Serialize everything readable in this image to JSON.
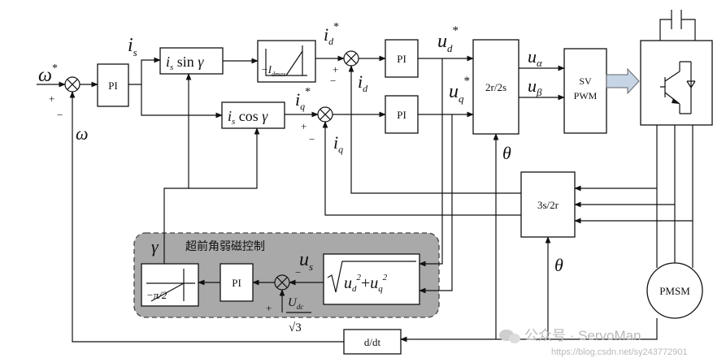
{
  "blocks": {
    "pi": "PI",
    "is_sin_a": "i",
    "is_sin_b": "s",
    "is_sin_c": " sin ",
    "is_sin_d": "γ",
    "is_cos_a": "i",
    "is_cos_b": "s",
    "is_cos_c": " cos ",
    "is_cos_d": "γ",
    "id_limit": "−I",
    "id_limit_sub": "dmax",
    "transform_2r2s": "2r/2s",
    "svpwm_1": "SV",
    "svpwm_2": "PWM",
    "transform_3s2r": "3s/2r",
    "motor": "PMSM",
    "derivative": "d/dt",
    "angle_limit": "−π/2",
    "us_calc_sqrt": "√",
    "us_calc_ud": "u",
    "us_calc_ud_sub": "d",
    "us_calc_sq1": "2",
    "us_calc_plus": "+",
    "us_calc_uq": "u",
    "us_calc_uq_sub": "q",
    "us_calc_sq2": "2"
  },
  "panel": {
    "title": "超前角弱磁控制"
  },
  "signals": {
    "omega_ref": "ω",
    "omega_ref_star": "*",
    "omega": "ω",
    "is": "i",
    "is_sub": "s",
    "id_ref": "i",
    "id_ref_sub": "d",
    "id_ref_star": "*",
    "iq_ref": "i",
    "iq_ref_sub": "q",
    "iq_ref_star": "*",
    "id": "i",
    "id_sub": "d",
    "iq": "i",
    "iq_sub": "q",
    "ud_ref": "u",
    "ud_ref_sub": "d",
    "ud_ref_star": "*",
    "uq_ref": "u",
    "uq_ref_sub": "q",
    "uq_ref_star": "*",
    "u_alpha": "u",
    "u_alpha_sub": "α",
    "u_beta": "u",
    "u_beta_sub": "β",
    "theta": "θ",
    "gamma": "γ",
    "us": "u",
    "us_sub": "s",
    "udc_num": "U",
    "udc_num_sub": "dc",
    "udc_den": "√3"
  },
  "signs": {
    "plus": "+",
    "minus": "−"
  },
  "watermark": {
    "brand": "公众号 · ServoMan",
    "url": "https://blog.csdn.net/sy243772901"
  }
}
